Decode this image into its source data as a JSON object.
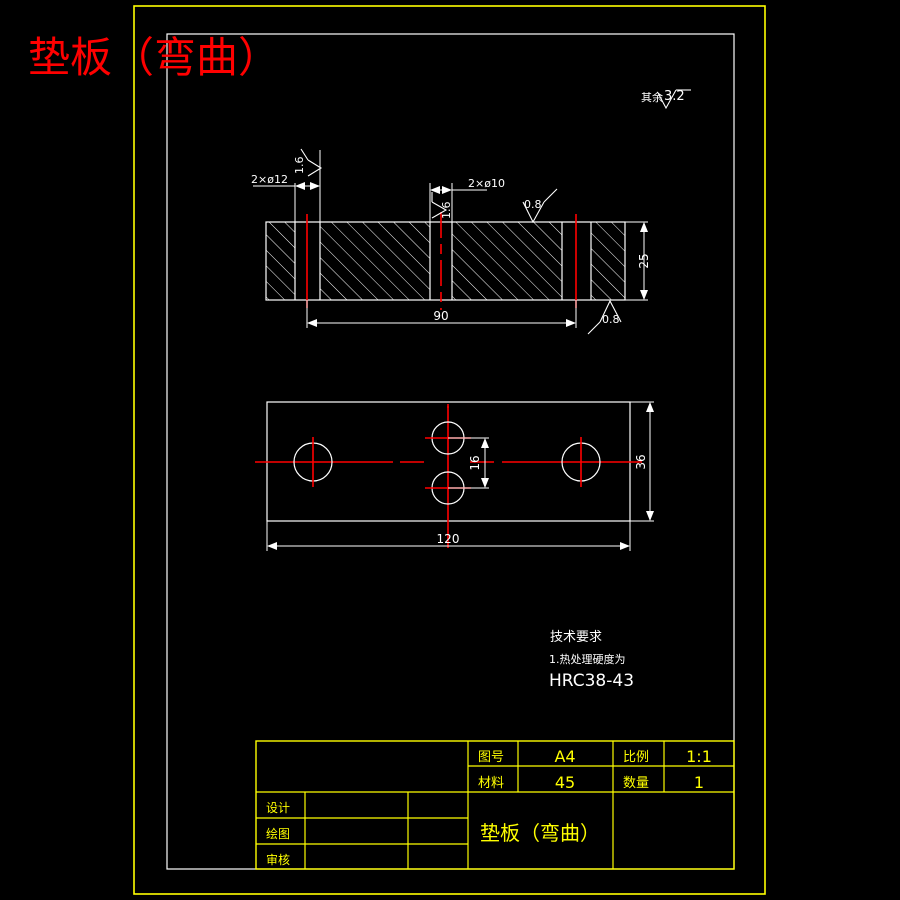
{
  "page": {
    "background_color": "#000000",
    "border_color": "#ffff00",
    "frame_color": "#ffffff",
    "line_color": "#ffffff",
    "center_line_color": "#ff0000",
    "title_color": "#ff0000",
    "table_color": "#ffff00"
  },
  "title_banner": {
    "text": "垫板（弯曲）"
  },
  "general_roughness": {
    "label": "其余",
    "value": "3.2"
  },
  "section_view": {
    "name": "section-view",
    "callouts": {
      "hole_12": "2×ø12",
      "hole_10": "2×ø10",
      "finish_left": "1.6",
      "finish_mid": "1.6",
      "finish_top_right": "0.8",
      "finish_bottom_right": "0.8"
    },
    "dimensions": {
      "length": "90",
      "height": "25"
    }
  },
  "plan_view": {
    "name": "plan-view",
    "dimensions": {
      "width": "120",
      "height": "36",
      "hole_spacing": "16"
    }
  },
  "technical_requirements": {
    "heading": "技术要求",
    "line1": "1.热处理硬度为",
    "line2": "HRC38-43"
  },
  "title_block": {
    "drawing_no_label": "图号",
    "drawing_no_value": "A4",
    "scale_label": "比例",
    "scale_value": "1:1",
    "material_label": "材料",
    "material_value": "45",
    "quantity_label": "数量",
    "quantity_value": "1",
    "role_design": "设计",
    "role_draw": "绘图",
    "role_check": "审核",
    "design_name": "",
    "design_date": "",
    "draw_name": "",
    "draw_date": "",
    "check_name": "",
    "check_date": "",
    "part_title": "垫板（弯曲）"
  }
}
